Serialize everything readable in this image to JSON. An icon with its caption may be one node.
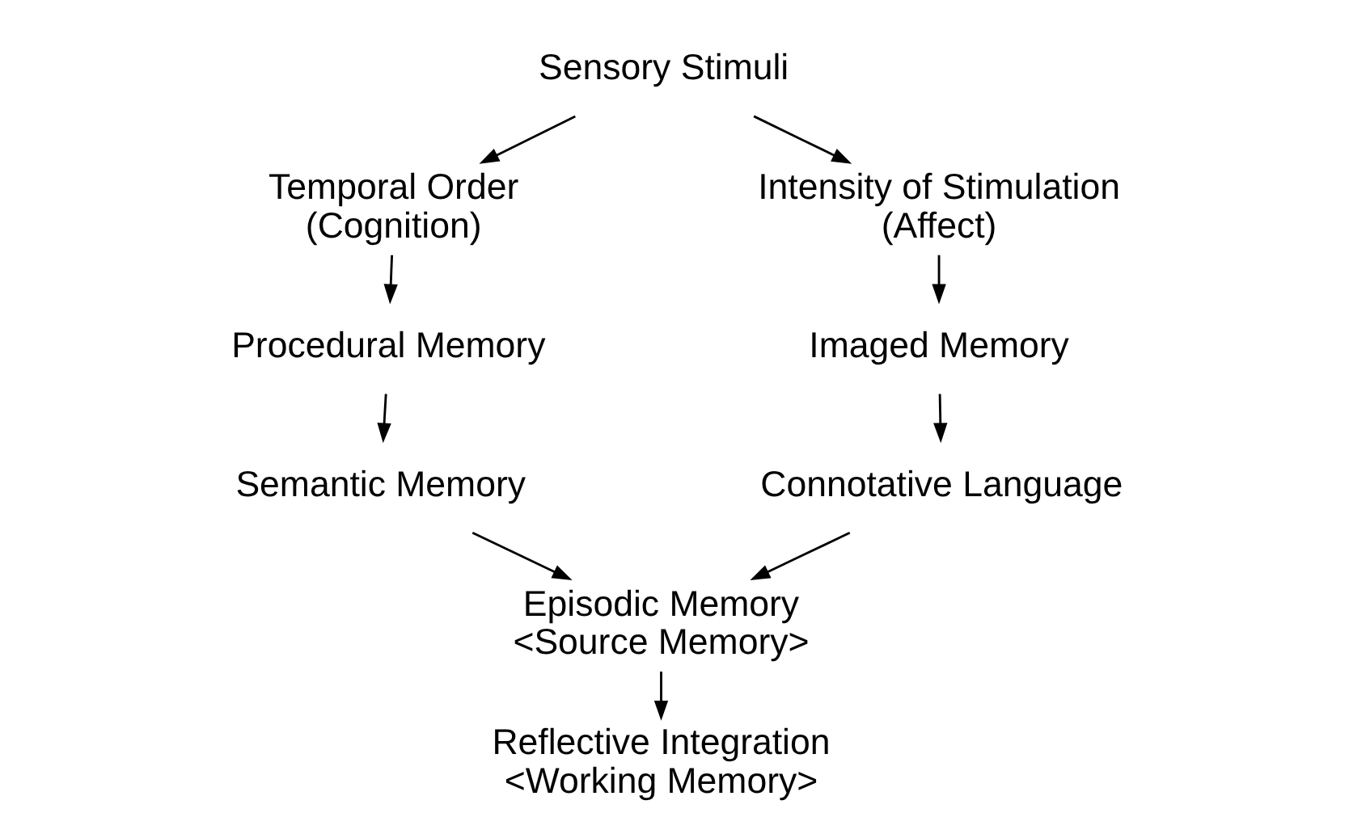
{
  "diagram": {
    "nodes": [
      {
        "text": [
          "Sensory Stimuli"
        ]
      },
      {
        "text": [
          "Temporal Order (Cognition)"
        ]
      },
      {
        "text": [
          "Intensity of Stimulation (Affect)"
        ]
      },
      {
        "text": [
          "Procedural Memory"
        ]
      },
      {
        "text": [
          "Semantic Memory"
        ]
      },
      {
        "text": [
          "Imaged Memory"
        ]
      },
      {
        "text": [
          "Connotative Language"
        ]
      },
      {
        "text": [
          "Episodic Memory <Source Memory>"
        ]
      },
      {
        "text": [
          "Reflective Integration <Working Memory>"
        ]
      }
    ],
    "edges": [
      {
        "from": 0,
        "to": 1,
        "arrow": "to"
      },
      {
        "from": 0,
        "to": 2,
        "arrow": "to"
      },
      {
        "from": 1,
        "to": 3,
        "arrow": "to"
      },
      {
        "from": 3,
        "to": 4,
        "arrow": "to"
      },
      {
        "from": 2,
        "to": 5,
        "arrow": "to"
      },
      {
        "from": 5,
        "to": 6,
        "arrow": "to"
      },
      {
        "from": 4,
        "to": 7,
        "arrow": "to"
      },
      {
        "from": 6,
        "to": 7,
        "arrow": "to"
      },
      {
        "from": 7,
        "to": 8,
        "arrow": "to"
      }
    ]
  }
}
